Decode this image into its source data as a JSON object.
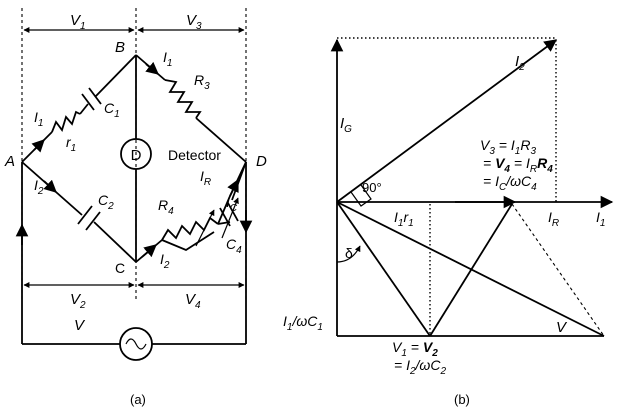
{
  "figure_a": {
    "caption": "(a)",
    "nodes": {
      "A": "A",
      "B": "B",
      "C": "C",
      "D": "D"
    },
    "dimension_labels": {
      "v1": "V",
      "v1_sub": "1",
      "v3": "V",
      "v3_sub": "3",
      "v2": "V",
      "v2_sub": "2",
      "v4": "V",
      "v4_sub": "4"
    },
    "components": {
      "c1": "C",
      "c1_sub": "1",
      "r1": "r",
      "r1_sub": "1",
      "r3": "R",
      "r3_sub": "3",
      "c2": "C",
      "c2_sub": "2",
      "r4": "R",
      "r4_sub": "4",
      "c4": "C",
      "c4_sub": "4",
      "detector_symbol": "D",
      "detector_label": "Detector",
      "source": "V"
    },
    "currents": {
      "i1_left": "I",
      "i1_left_sub": "1",
      "i2_left": "I",
      "i2_left_sub": "2",
      "i1_right": "I",
      "i1_right_sub": "1",
      "ir": "I",
      "ir_sub": "R",
      "ic": "I",
      "ic_sub": "C",
      "i2_bottom": "I",
      "i2_bottom_sub": "2"
    }
  },
  "figure_b": {
    "caption": "(b)",
    "ig": "I",
    "ig_sub": "G",
    "i2": "I",
    "i2_sub": "2",
    "i1": "I",
    "i1_sub": "1",
    "ir": "I",
    "ir_sub": "R",
    "i1r1": "I",
    "i1r1_sub1": "1",
    "i1r1_r": "r",
    "i1r1_sub2": "1",
    "angle_90": "90°",
    "delta": "δ",
    "v": "V",
    "i1_over_wc1": "I",
    "i1_over_wc1_sub1": "1",
    "i1_over_wc1_slash": "/ωC",
    "i1_over_wc1_sub2": "1",
    "eq_v3_line1": {
      "a": "V",
      "a_sub": "3",
      "b": " = I",
      "b_sub": "1",
      "c": "R",
      "c_sub": "3"
    },
    "eq_v3_line2": {
      "a": "= ",
      "b": "V",
      "b_sub": "4",
      "c": " = I",
      "c_sub": "R",
      "d": "R",
      "d_sub": "4"
    },
    "eq_v3_line3": {
      "a": "= I",
      "a_sub": "C",
      "b": "/ωC",
      "b_sub": "4"
    },
    "eq_v1_line1": {
      "a": "V",
      "a_sub": "1",
      "b": " = ",
      "c": "V",
      "c_sub": "2"
    },
    "eq_v1_line2": {
      "a": "= I",
      "a_sub": "2",
      "b": "/ωC",
      "b_sub": "2"
    }
  }
}
